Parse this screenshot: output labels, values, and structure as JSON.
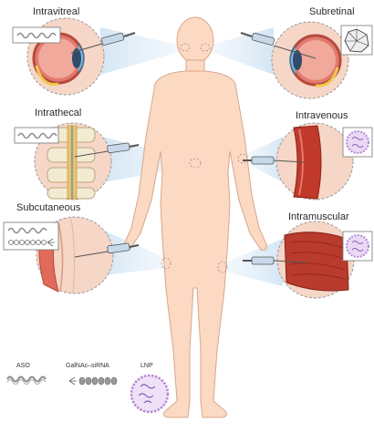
{
  "routes": {
    "intravitreal": "Intravitreal",
    "subretinal": "Subretinal",
    "intrathecal": "Intrathecal",
    "intravenous": "Intravenous",
    "subcutaneous": "Subcutaneous",
    "intramuscular": "Intramuscular"
  },
  "legend": {
    "aso": "ASO",
    "galnac": "GalNAc–siRNA",
    "lnp": "LNP"
  },
  "colors": {
    "skin": "#fbd9c3",
    "skin_stroke": "#d9a68a",
    "beam": "#dcebf7",
    "lnp": "#b58ad3",
    "vessel": "#c0392b"
  }
}
